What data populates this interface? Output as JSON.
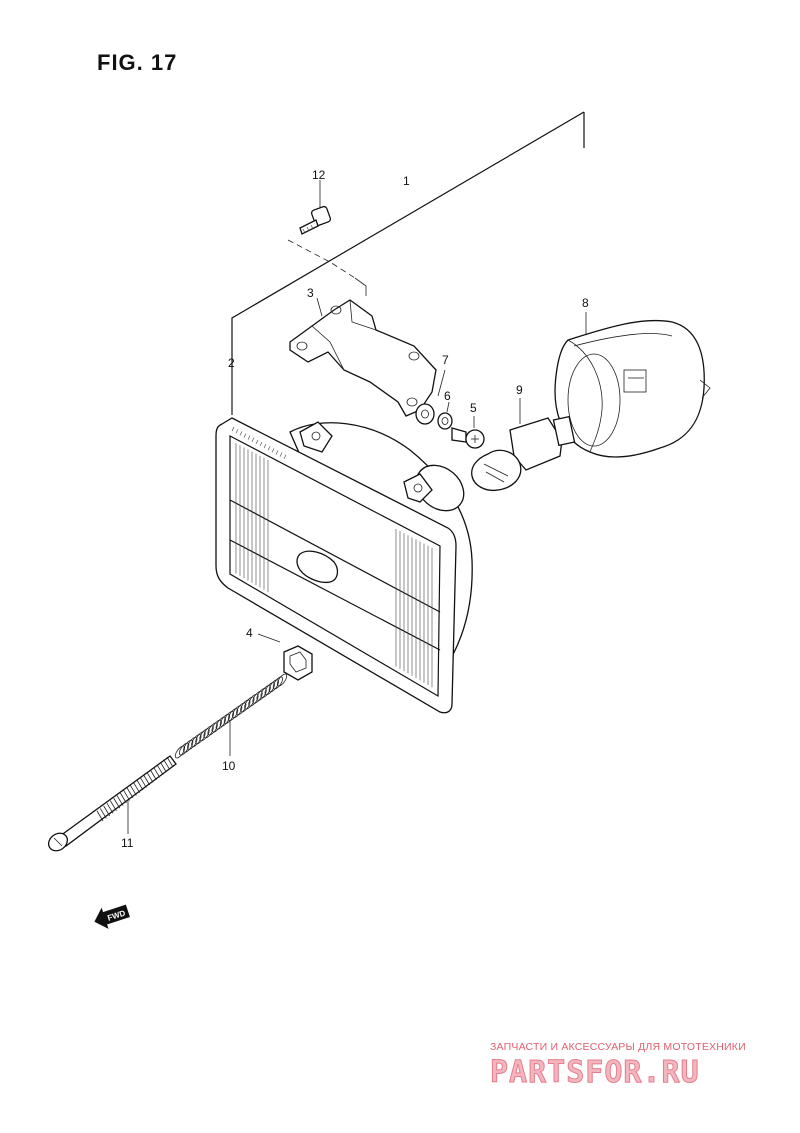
{
  "figure": {
    "title": "FIG. 17"
  },
  "callouts": [
    {
      "id": "1",
      "label": "1"
    },
    {
      "id": "2",
      "label": "2"
    },
    {
      "id": "3",
      "label": "3"
    },
    {
      "id": "4",
      "label": "4"
    },
    {
      "id": "5",
      "label": "5"
    },
    {
      "id": "6",
      "label": "6"
    },
    {
      "id": "7",
      "label": "7"
    },
    {
      "id": "8",
      "label": "8"
    },
    {
      "id": "9",
      "label": "9"
    },
    {
      "id": "10",
      "label": "10"
    },
    {
      "id": "11",
      "label": "11"
    },
    {
      "id": "12",
      "label": "12"
    }
  ],
  "direction_marker": {
    "label": "FWD",
    "icon": "fwd-arrow-icon"
  },
  "watermark": {
    "tagline": "ЗАПЧАСТИ И АКСЕССУАРЫ ДЛЯ МОТОТЕХНИКИ",
    "brand": "PARTSFOR.RU"
  }
}
